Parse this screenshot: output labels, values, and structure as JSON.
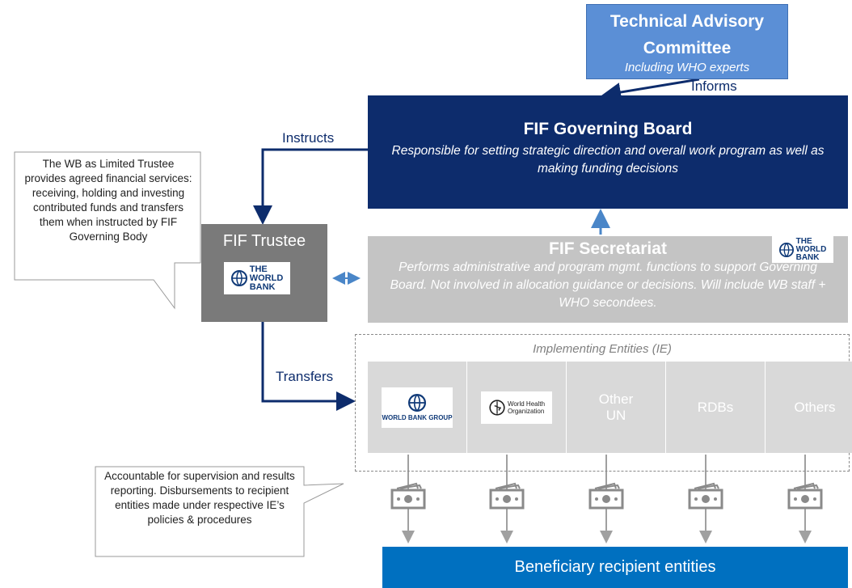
{
  "tac": {
    "title_line1": "Technical Advisory",
    "title_line2": "Committee",
    "subtitle": "Including WHO experts"
  },
  "labels": {
    "informs": "Informs",
    "instructs": "Instructs",
    "transfers": "Transfers"
  },
  "board": {
    "title": "FIF Governing Board",
    "description": "Responsible for setting strategic direction and overall work program as well as making funding decisions"
  },
  "secretariat": {
    "title": "FIF Secretariat",
    "description": "Performs administrative and program mgmt. functions to support Governing Board. Not involved in allocation guidance or decisions. Will include WB staff + WHO secondees."
  },
  "trustee": {
    "title": "FIF Trustee"
  },
  "logos": {
    "world_bank_line1": "THE",
    "world_bank_line2": "WORLD",
    "world_bank_line3": "BANK",
    "wbg": "WORLD BANK GROUP",
    "who_line1": "World Health",
    "who_line2": "Organization"
  },
  "callouts": {
    "trustee_note": "The WB as Limited Trustee provides agreed financial services: receiving, holding and investing contributed funds and transfers them when instructed by FIF Governing Body",
    "ie_note": "Accountable for supervision and results reporting. Disbursements to recipient entities made under respective IE’s policies & procedures"
  },
  "ie": {
    "title": "Implementing Entities (IE)",
    "other_un_line1": "Other",
    "other_un_line2": "UN",
    "rdbs": "RDBs",
    "others": "Others"
  },
  "beneficiary": {
    "label": "Beneficiary recipient entities"
  },
  "colors": {
    "navy": "#0d2c6c",
    "tac_blue": "#5b8fd6",
    "grey_box": "#c4c4c4",
    "trustee_grey": "#7a7a7a",
    "beneficiary_blue": "#0070c0"
  }
}
